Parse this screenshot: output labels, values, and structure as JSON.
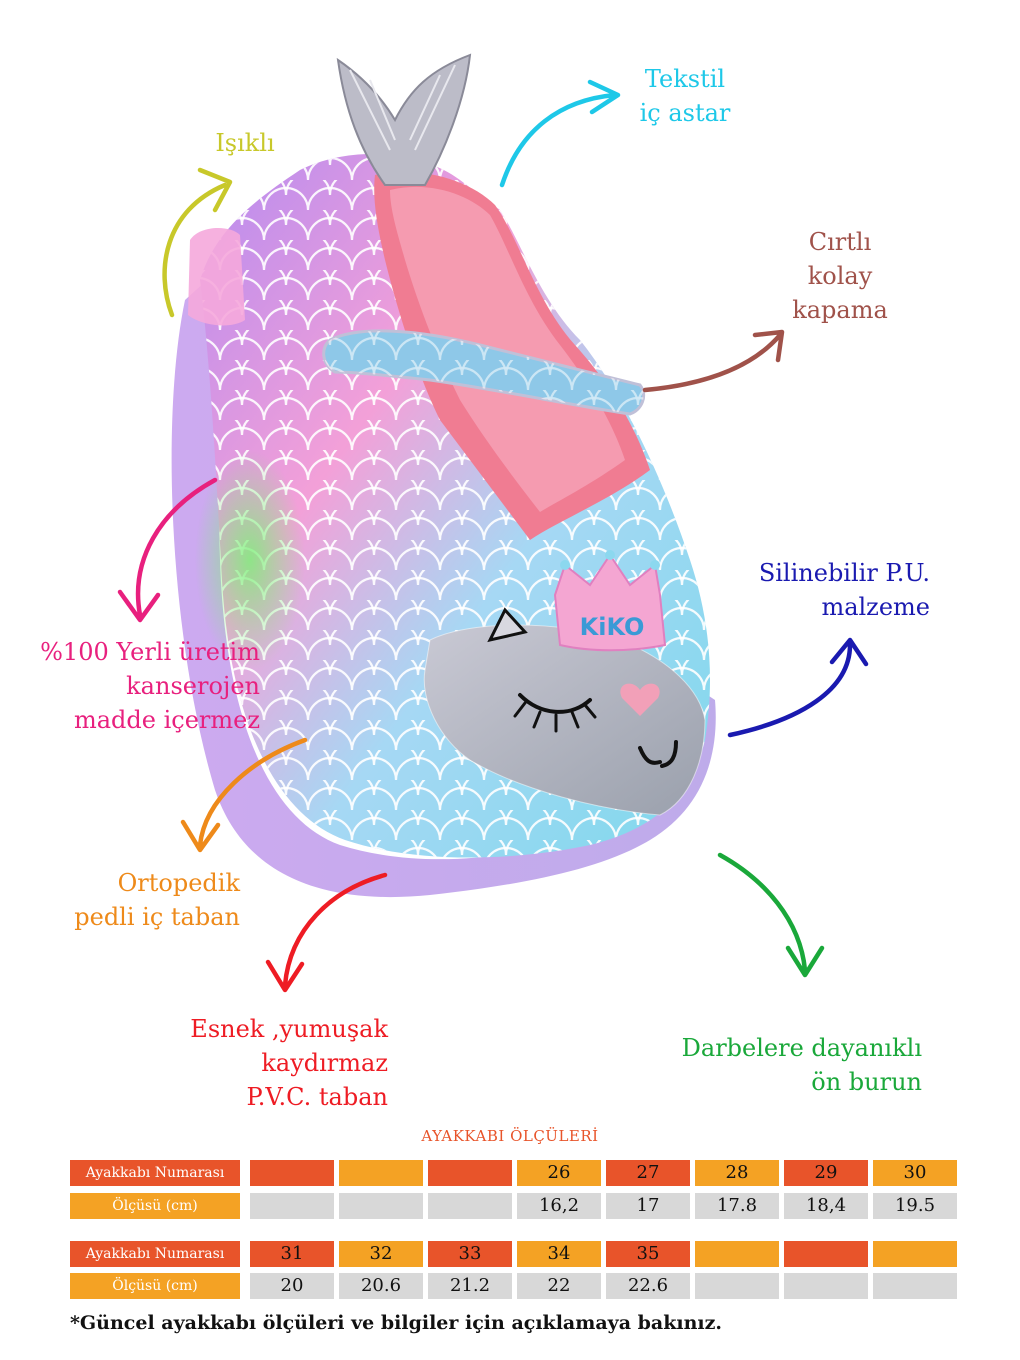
{
  "labels": {
    "isikli": "Işıklı",
    "tekstil": "Tekstil\niç astar",
    "cirtli": "Cırtlı\nkolay\nkapama",
    "yerli": "%100 Yerli üretim\nkanserojen\nmadde içermez",
    "silinebilir": "Silinebilir P.U.\nmalzeme",
    "ortopedik": "Ortopedik\npedli iç taban",
    "esnek": "Esnek ,yumuşak\nkaydırmaz\nP.V.C. taban",
    "darbelere": "Darbelere dayanıklı\nön burun"
  },
  "badge": "KiKO",
  "colors": {
    "isikli": "#c8c82a",
    "tekstil": "#1ec8e8",
    "cirtli": "#a0524a",
    "yerli": "#e8207e",
    "silinebilir": "#1a1ab0",
    "ortopedik": "#ee8a1a",
    "esnek": "#ee1c24",
    "darbelere": "#1aa83a",
    "orange_dark": "#e8542a",
    "orange_light": "#f4a224",
    "gray": "#d8d8d8"
  },
  "size_table": {
    "title": "AYAKKABI ÖLÇÜLERİ",
    "row_label_number": "Ayakkabı Numarası",
    "row_label_size": "Ölçüsü (cm)",
    "table1": {
      "numbers": [
        "",
        "",
        "",
        "26",
        "27",
        "28",
        "29",
        "30"
      ],
      "sizes": [
        "",
        "",
        "",
        "16,2",
        "17",
        "17.8",
        "18,4",
        "19.5"
      ]
    },
    "table2": {
      "numbers": [
        "31",
        "32",
        "33",
        "34",
        "35",
        "",
        "",
        ""
      ],
      "sizes": [
        "20",
        "20.6",
        "21.2",
        "22",
        "22.6",
        "",
        "",
        ""
      ]
    }
  },
  "footnote": "*Güncel ayakkabı ölçüleri ve bilgiler için açıklamaya bakınız."
}
